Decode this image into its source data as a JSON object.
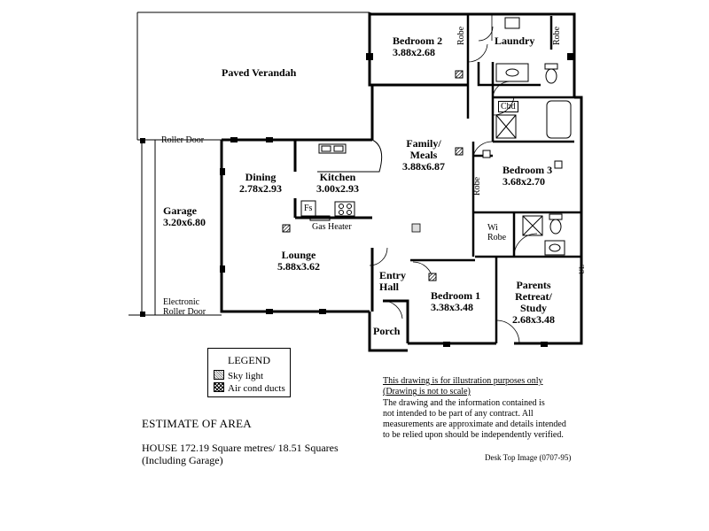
{
  "plan": {
    "paved_verandah": "Paved Verandah",
    "roller_door": "Roller Door",
    "garage": {
      "name": "Garage",
      "size": "3.20x6.80"
    },
    "electronic_roller_door": [
      "Electronic",
      "Roller Door"
    ],
    "dining": {
      "name": "Dining",
      "size": "2.78x2.93"
    },
    "kitchen": {
      "name": "Kitchen",
      "size": "3.00x2.93"
    },
    "fs": "Fs",
    "gas_heater": "Gas Heater",
    "lounge": {
      "name": "Lounge",
      "size": "5.88x3.62"
    },
    "bedroom2": {
      "name": "Bedroom 2",
      "size": "3.88x2.68"
    },
    "robe": "Robe",
    "laundry": "Laundry",
    "cbd": "Cbd",
    "family": {
      "name": [
        "Family/",
        "Meals"
      ],
      "size": "3.88x6.87"
    },
    "bedroom3": {
      "name": "Bedroom 3",
      "size": "3.68x2.70"
    },
    "wi_robe": [
      "Wi",
      "Robe"
    ],
    "entry_hall": [
      "Entry",
      "Hall"
    ],
    "bedroom1": {
      "name": "Bedroom 1",
      "size": "3.38x3.48"
    },
    "parents": {
      "name": [
        "Parents",
        "Retreat/",
        "Study"
      ],
      "size": "2.68x3.48"
    },
    "porch": "Porch",
    "ul_mark": "UL"
  },
  "legend": {
    "title": "LEGEND",
    "sky_light": "Sky light",
    "air_cond": "Air cond ducts"
  },
  "disclaimer": {
    "line1": "This drawing is for illustration purposes only",
    "line2": "(Drawing is not to scale)",
    "body": [
      "The drawing and the information contained is",
      "not intended to be part of any contract.  All",
      "measurements are approximate and details intended",
      "to be relied upon should be independently verified."
    ]
  },
  "area": {
    "title": "ESTIMATE OF AREA",
    "house_line": "HOUSE  172.19 Square metres/ 18.51 Squares",
    "garage_line": "(Including Garage)"
  },
  "image_ref": "Desk Top Image (0707-95)"
}
